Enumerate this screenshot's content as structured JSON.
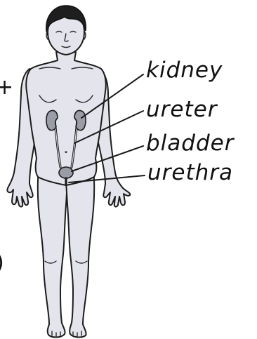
{
  "labels": {
    "kidney": "kidney",
    "ureter": "ureter",
    "bladder": "bladder",
    "urethra": "urethra"
  },
  "margin_marks": {
    "plus": "+",
    "bracket": ")"
  },
  "colors": {
    "body_fill": "#e4e5ec",
    "organ_fill": "#9a9ca6",
    "outline": "#1c1c1c"
  }
}
